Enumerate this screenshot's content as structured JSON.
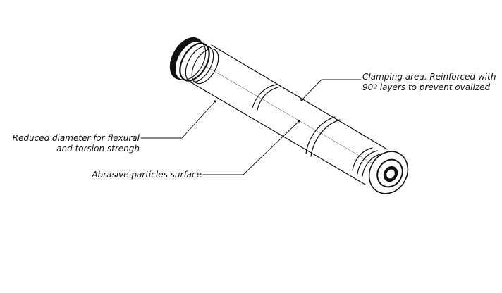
{
  "callouts": {
    "clamping": {
      "line1": "Clamping area. Reinforced with",
      "line2": "90º layers to prevent ovalized"
    },
    "reduced": {
      "line1": "Reduced diameter for flexural",
      "line2": "and torsion strengh"
    },
    "abrasive": {
      "line1": "Abrasive particles surface"
    }
  },
  "colors": {
    "ink": "#111111",
    "background": "#ffffff"
  }
}
